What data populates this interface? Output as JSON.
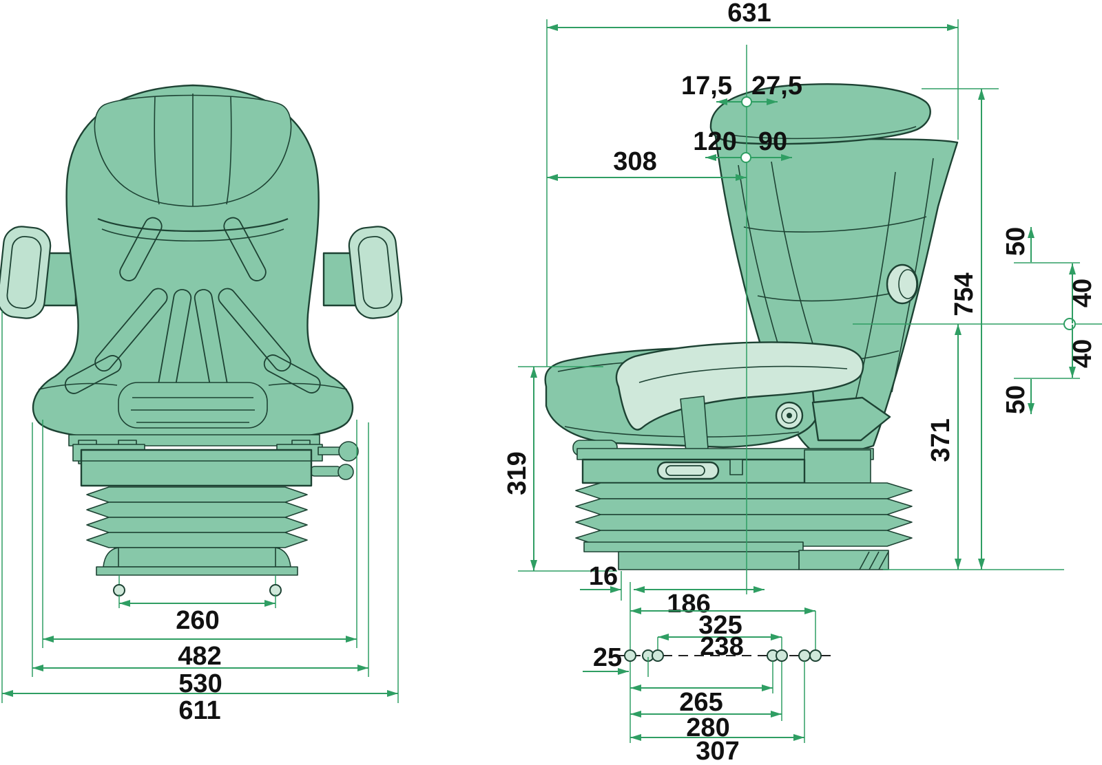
{
  "drawing": {
    "kind": "seat-dimensional-drawing",
    "unit_note": "",
    "colors": {
      "seat_fill": "#87c8a9",
      "seat_fill_light": "#cfe8da",
      "outline": "#1d4233",
      "dimension_green": "#2f9e63",
      "label_color": "#111111",
      "background": "#ffffff"
    }
  },
  "front_view": {
    "dims": {
      "feet_spacing": "260",
      "frame_width": "482",
      "cushion_width": "530",
      "overall_width": "611"
    }
  },
  "side_view": {
    "top_dims": {
      "overall_depth": "631",
      "backrest_adj_back": "17,5",
      "backrest_adj_fwd": "27,5",
      "slide_back": "120",
      "slide_fwd": "90",
      "center_to_front": "308"
    },
    "right_dims": {
      "susp_up_extra": "50",
      "susp_up": "40",
      "susp_down": "40",
      "susp_down_extra": "50",
      "overall_height": "754",
      "base_height": "371"
    },
    "left_dims": {
      "cushion_height": "319"
    },
    "bottom_dims": {
      "base_edge": "16",
      "front_to_center": "186",
      "holes_outer": "325",
      "holes_mid": "238",
      "hole_pitch": "25",
      "holes_span_a": "265",
      "holes_span_b": "280",
      "holes_span_c": "307"
    }
  }
}
